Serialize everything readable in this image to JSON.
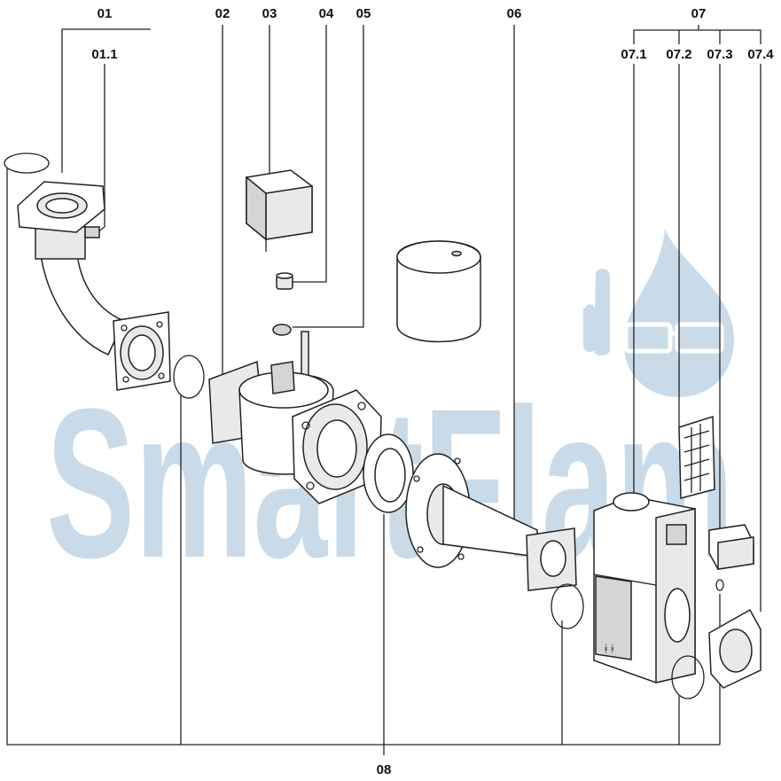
{
  "watermark": {
    "text": "SmartFlam",
    "color": "#c9dbe9"
  },
  "labels": {
    "p01": "01",
    "p01_1": "01.1",
    "p02": "02",
    "p03": "03",
    "p04": "04",
    "p05": "05",
    "p06": "06",
    "p07": "07",
    "p07_1": "07.1",
    "p07_2": "07.2",
    "p07_3": "07.3",
    "p07_4": "07.4",
    "p08": "08"
  },
  "colors": {
    "line": "#222222",
    "text": "#111111"
  }
}
